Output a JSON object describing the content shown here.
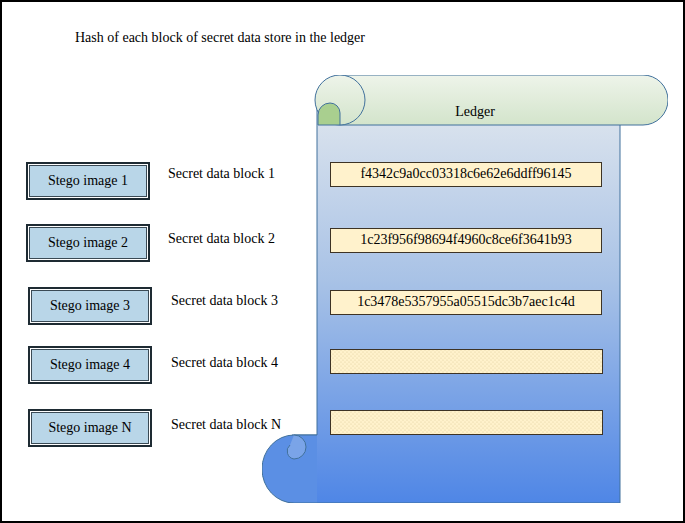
{
  "diagram": {
    "title": "Hash of each block of secret data store in the ledger",
    "nodes": [
      {
        "text": [
          "Ledger"
        ]
      },
      {
        "text": [
          "Stego image 1"
        ]
      },
      {
        "text": [
          "Stego image 2"
        ]
      },
      {
        "text": [
          "Stego image 3"
        ]
      },
      {
        "text": [
          "Stego image 4"
        ]
      },
      {
        "text": [
          "Stego image N"
        ]
      },
      {
        "text": [
          "f4342c9a0cc03318c6e62e6ddff96145"
        ],
        "in": 0
      },
      {
        "text": [
          "1c23f956f98694f4960c8ce6f3641b93"
        ],
        "in": 0
      },
      {
        "text": [
          "1c3478e5357955a05515dc3b7aec1c4d"
        ],
        "in": 0
      }
    ],
    "labels": [
      "Secret data block 1",
      "Secret data block 2",
      "Secret data block 3",
      "Secret data block 4",
      "Secret data block N"
    ]
  }
}
